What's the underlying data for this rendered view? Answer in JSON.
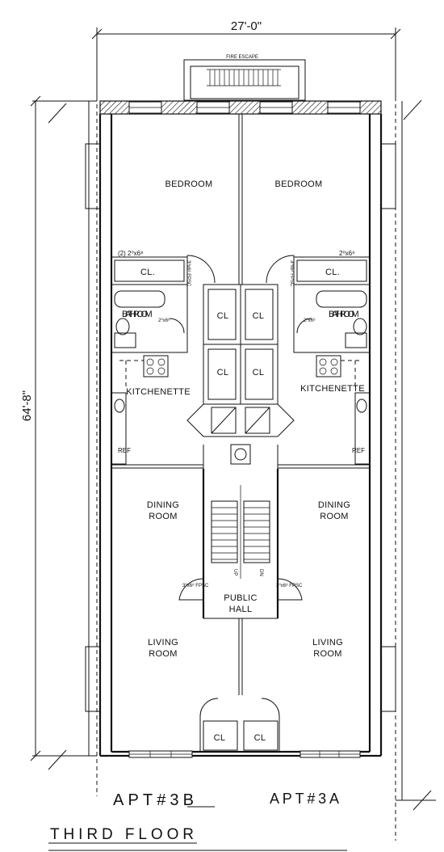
{
  "dimensions": {
    "width": "27'-0\"",
    "length": "64'-8\""
  },
  "labels": {
    "fire_escape": "FIRE ESCAPE",
    "bedroom_left": "BEDROOM",
    "bedroom_right": "BEDROOM",
    "closet_door_left": "(2) 2⁰x6⁸",
    "closet_door_right": "2⁰x6⁸",
    "cl_left": "CL.",
    "cl_right": "CL.",
    "fpsc_door_left": "3⁰x6⁸ FPSC",
    "fpsc_door_right": "3⁰x6⁸ FPSC",
    "bath_left": "BATH ROOM",
    "bath_right": "BATH ROOM",
    "bath_door_left": "2⁰x6⁸",
    "bath_door_right": "2⁰x6⁸",
    "center_closets": [
      "CL",
      "CL",
      "CL",
      "CL"
    ],
    "kitchenette_left": "KITCHENETTE",
    "kitchenette_right": "KITCHENETTE",
    "ref_left": "REF",
    "ref_right": "REF",
    "dining_left": "DINING ROOM",
    "dining_right": "DINING ROOM",
    "stair_up": "UP",
    "stair_down": "DN",
    "hall_door_left": "3⁰x6⁸ FPSC",
    "hall_door_right": "3⁰x6⁸ FPSC",
    "public_hall": "PUBLIC HALL",
    "living_left": "LIVING ROOM",
    "living_right": "LIVING ROOM",
    "front_closets": [
      "CL",
      "CL"
    ],
    "apt_left": "APT#3B",
    "apt_right": "APT#3A",
    "floor_title": "THIRD FLOOR"
  }
}
